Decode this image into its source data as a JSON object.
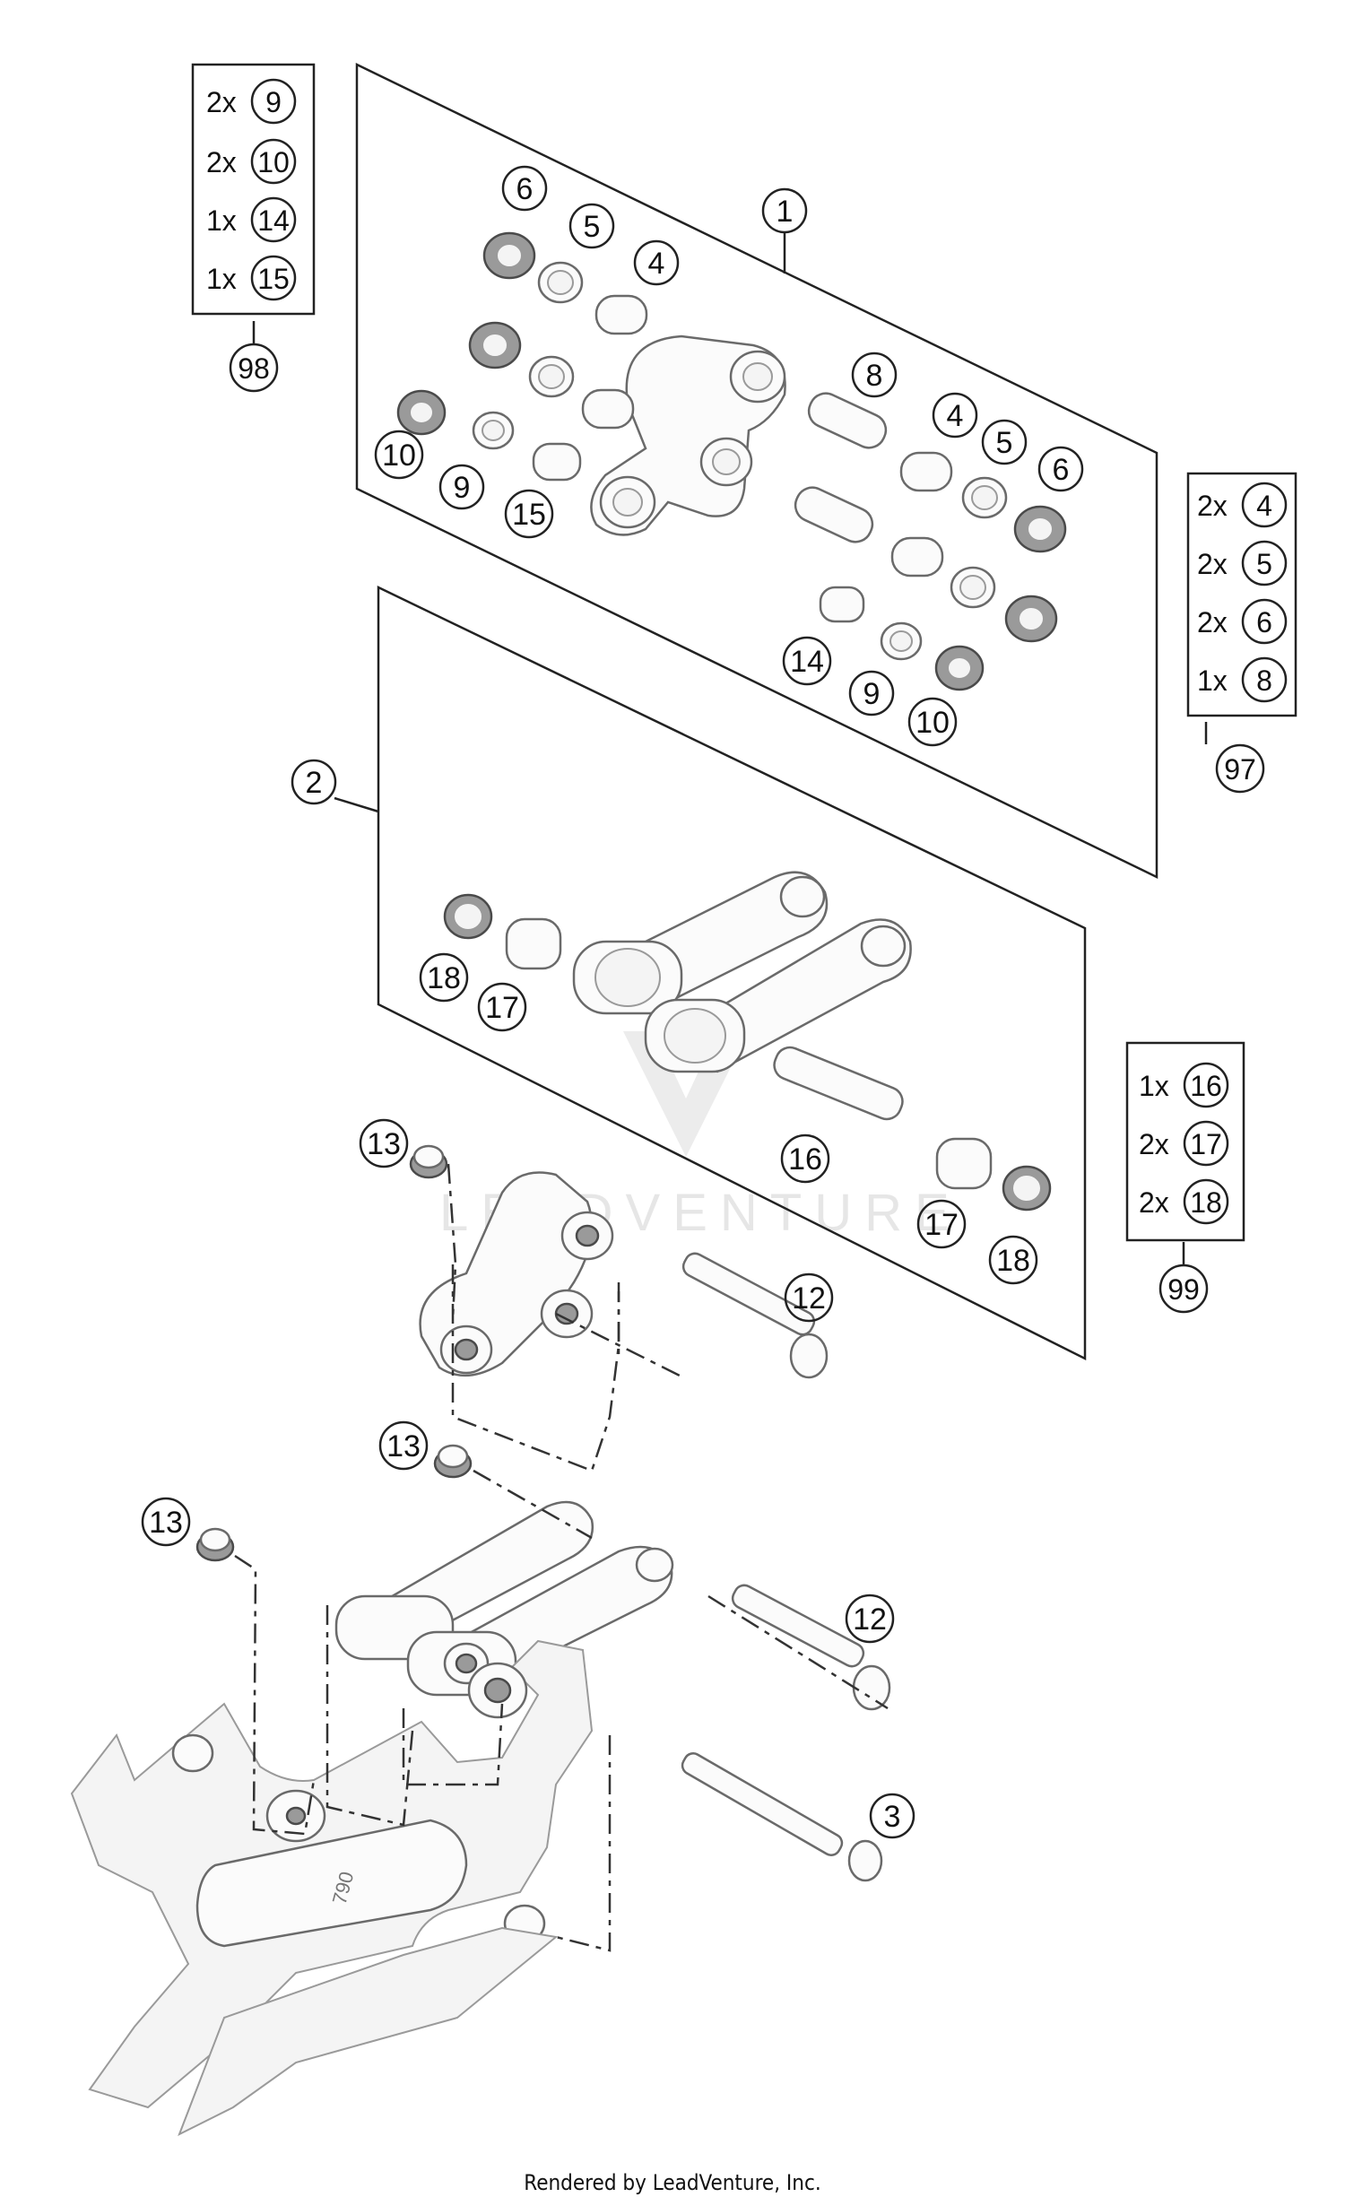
{
  "callouts": {
    "c1": "1",
    "c2": "2",
    "c3": "3",
    "c4a": "4",
    "c4b": "4",
    "c5a": "5",
    "c5b": "5",
    "c6a": "6",
    "c6b": "6",
    "c8": "8",
    "c9a": "9",
    "c9b": "9",
    "c10a": "10",
    "c10b": "10",
    "c12a": "12",
    "c12b": "12",
    "c13a": "13",
    "c13b": "13",
    "c13c": "13",
    "c14": "14",
    "c15": "15",
    "c16": "16",
    "c17a": "17",
    "c17b": "17",
    "c18a": "18",
    "c18b": "18"
  },
  "kits": [
    {
      "id": "98",
      "items": [
        {
          "qty": "2x",
          "part": "9"
        },
        {
          "qty": "2x",
          "part": "10"
        },
        {
          "qty": "1x",
          "part": "14"
        },
        {
          "qty": "1x",
          "part": "15"
        }
      ]
    },
    {
      "id": "97",
      "items": [
        {
          "qty": "2x",
          "part": "4"
        },
        {
          "qty": "2x",
          "part": "5"
        },
        {
          "qty": "2x",
          "part": "6"
        },
        {
          "qty": "1x",
          "part": "8"
        }
      ]
    },
    {
      "id": "99",
      "items": [
        {
          "qty": "1x",
          "part": "16"
        },
        {
          "qty": "2x",
          "part": "17"
        },
        {
          "qty": "2x",
          "part": "18"
        }
      ]
    }
  ],
  "watermark": "LEADVENTURE",
  "footer": "Rendered by LeadVenture, Inc."
}
